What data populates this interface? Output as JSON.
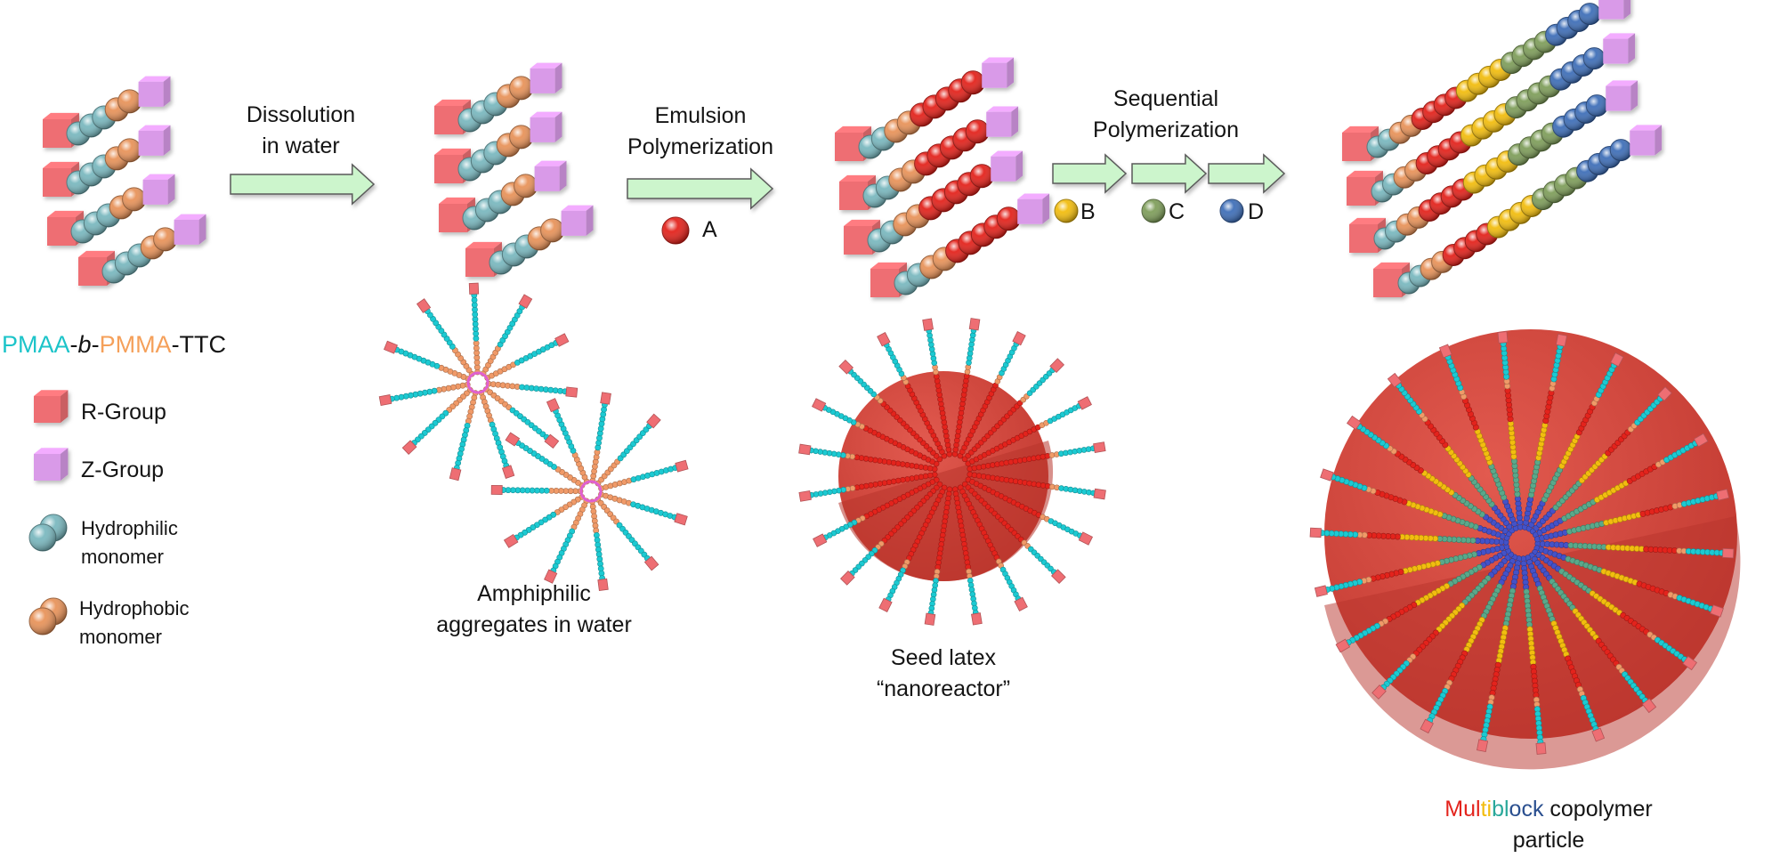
{
  "colors": {
    "r_group": "#ee6e73",
    "z_group": "#d99ae8",
    "hydrophilic": "#7ab8bf",
    "hydrophobic": "#e8935a",
    "monomer_A": "#e3231c",
    "monomer_B": "#f2bd0f",
    "monomer_C": "#7f9e5b",
    "monomer_D": "#3f6fb8",
    "arrow_fill": "#ccf5cc",
    "arrow_stroke": "#5a5a5a",
    "particle": "#d9473d",
    "chain_cyan": "#1ccad2",
    "chain_orange": "#f09a68",
    "chain_teal": "#5aa88a",
    "chain_blue": "#4452c8",
    "core_magenta": "#e060d0"
  },
  "steps": [
    {
      "id": "dissolution",
      "lines": [
        "Dissolution",
        "in water"
      ]
    },
    {
      "id": "emulsion",
      "lines": [
        "Emulsion",
        "Polymerization"
      ],
      "monomers": [
        {
          "label": "A",
          "color_key": "monomer_A"
        }
      ]
    },
    {
      "id": "sequential",
      "lines": [
        "Sequential",
        "Polymerization"
      ],
      "monomers": [
        {
          "label": "B",
          "color_key": "monomer_B"
        },
        {
          "label": "C",
          "color_key": "monomer_C"
        },
        {
          "label": "D",
          "color_key": "monomer_D"
        }
      ]
    }
  ],
  "chains": {
    "stage1": [
      "h",
      "h",
      "h",
      "o",
      "o"
    ],
    "stage2": [
      "h",
      "h",
      "h",
      "o",
      "o"
    ],
    "stage3": [
      "h",
      "h",
      "o",
      "o",
      "A",
      "A",
      "A",
      "A",
      "A"
    ],
    "stage4": [
      "h",
      "h",
      "o",
      "o",
      "A",
      "A",
      "A",
      "A",
      "B",
      "B",
      "B",
      "B",
      "C",
      "C",
      "C",
      "C",
      "D",
      "D",
      "D",
      "D"
    ]
  },
  "polymer_name": {
    "segments": [
      {
        "text": "PMAA",
        "color": "#1cc4c9",
        "italic": false
      },
      {
        "text": "-",
        "color": "#141414",
        "italic": false
      },
      {
        "text": "b",
        "color": "#141414",
        "italic": true
      },
      {
        "text": "-",
        "color": "#141414",
        "italic": false
      },
      {
        "text": "PMMA",
        "color": "#f5a05a",
        "italic": false
      },
      {
        "text": "-TTC",
        "color": "#141414",
        "italic": false
      }
    ]
  },
  "legend": [
    {
      "icon": "r-group-cube",
      "label": "R-Group"
    },
    {
      "icon": "z-group-cube",
      "label": "Z-Group"
    },
    {
      "icon": "hydrophilic-spheres",
      "label": "Hydrophilic\nmonomer"
    },
    {
      "icon": "hydrophobic-spheres",
      "label": "Hydrophobic\nmonomer"
    }
  ],
  "captions": {
    "aggregates": [
      "Amphiphilic",
      "aggregates in water"
    ],
    "seed": [
      "Seed latex",
      "“nanoreactor”"
    ],
    "particle_line2": "particle",
    "particle_line1": [
      {
        "text": "Mul",
        "color": "#e3231c"
      },
      {
        "text": "ti",
        "color": "#f2bd0f"
      },
      {
        "text": "bl",
        "color": "#2aa89a"
      },
      {
        "text": "ock",
        "color": "#2a4f8f"
      },
      {
        "text": " copolymer",
        "color": "#141414"
      }
    ]
  }
}
